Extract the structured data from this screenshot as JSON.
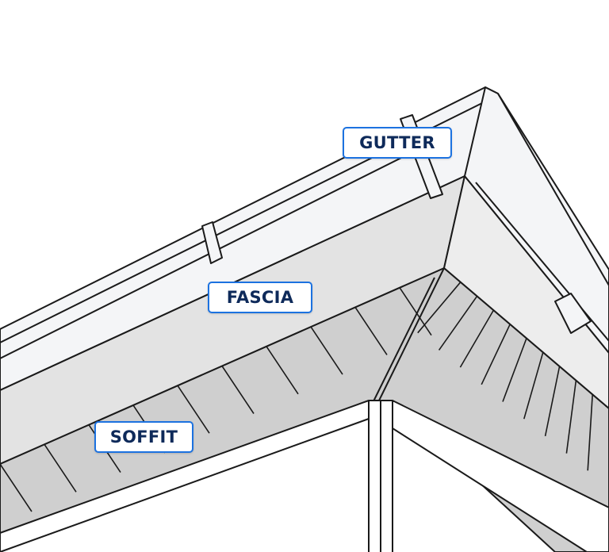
{
  "labels": {
    "gutter": "GUTTER",
    "fascia": "FASCIA",
    "soffit": "SOFFIT"
  },
  "colors": {
    "label_border": "#1c72e0",
    "label_text": "#0e2a5a",
    "soffit": "#cfcfcf",
    "fascia": "#e3e3e3",
    "gutter": "#f4f5f7"
  }
}
